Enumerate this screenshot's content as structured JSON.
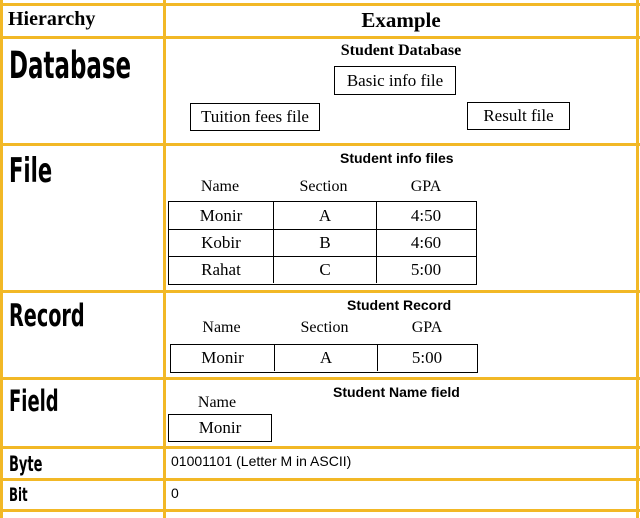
{
  "headers": {
    "hierarchy": "Hierarchy",
    "example": "Example"
  },
  "rows": {
    "database": {
      "label": "Database",
      "title": "Student Database",
      "boxes": [
        "Basic info file",
        "Tuition fees file",
        "Result file"
      ]
    },
    "file": {
      "label": "File",
      "title": "Student info files",
      "columns": [
        "Name",
        "Section",
        "GPA"
      ],
      "data": [
        [
          "Monir",
          "A",
          "4:50"
        ],
        [
          "Kobir",
          "B",
          "4:60"
        ],
        [
          "Rahat",
          "C",
          "5:00"
        ]
      ]
    },
    "record": {
      "label": "Record",
      "title": "Student Record",
      "columns": [
        "Name",
        "Section",
        "GPA"
      ],
      "data": [
        "Monir",
        "A",
        "5:00"
      ]
    },
    "field": {
      "label": "Field",
      "title": "Student Name field",
      "column": "Name",
      "value": "Monir"
    },
    "byte": {
      "label": "Byte",
      "value": "01001101 (Letter M in ASCII)"
    },
    "bit": {
      "label": "Bit",
      "value": "0"
    }
  },
  "colors": {
    "grid": "#f2b826",
    "text": "#000000"
  }
}
